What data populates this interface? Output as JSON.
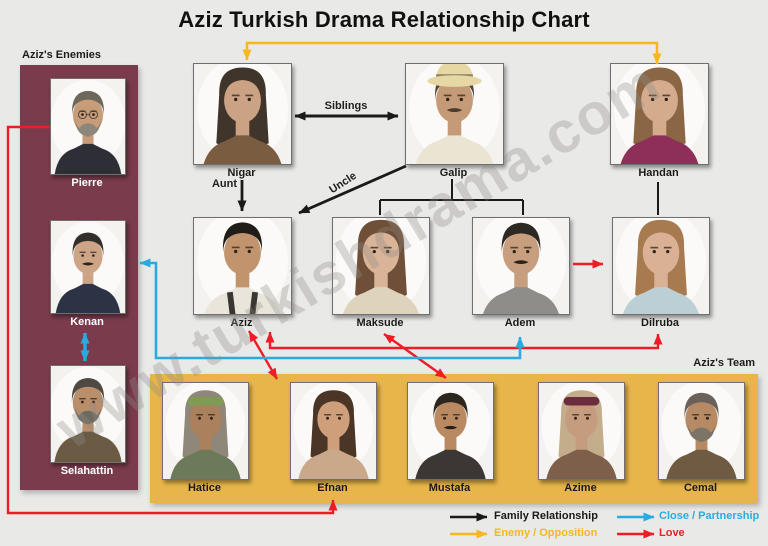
{
  "title": "Aziz Turkish Drama Relationship Chart",
  "watermark": "www.turkishdrama.com",
  "groups": {
    "enemies": {
      "label": "Aziz's Enemies",
      "color": "#7a3c4c"
    },
    "team": {
      "label": "Aziz's Team",
      "color": "#e7b54a"
    }
  },
  "relationship_labels": {
    "siblings": "Siblings",
    "aunt": "Aunt",
    "uncle": "Uncle"
  },
  "colors": {
    "background": "#e9e9e7",
    "family": "#1a1a1a",
    "enemy": "#f7b71d",
    "close": "#29abe2",
    "love": "#ee1c24"
  },
  "legend": {
    "items": [
      {
        "type": "family",
        "label": "Family Relationship",
        "color": "#1a1a1a"
      },
      {
        "type": "enemy",
        "label": "Enemy / Opposition",
        "color": "#f7b71d"
      },
      {
        "type": "close",
        "label": "Close / Partnership",
        "color": "#29abe2"
      },
      {
        "type": "love",
        "label": "Love",
        "color": "#ee1c24"
      }
    ]
  },
  "people": [
    {
      "id": "pierre",
      "name": "Pierre",
      "group": "enemies",
      "portrait": {
        "skin": "#c79c78",
        "hair": "#6e675c",
        "beard": "#8d867a",
        "top": "#2e2e36",
        "glasses": true
      }
    },
    {
      "id": "kenan",
      "name": "Kenan",
      "group": "enemies",
      "portrait": {
        "skin": "#cda486",
        "hair": "#332e29",
        "top": "#2b3344",
        "mustache": "#2c241c"
      }
    },
    {
      "id": "selahattin",
      "name": "Selahattin",
      "group": "enemies",
      "portrait": {
        "skin": "#b98e6a",
        "hair": "#4e4942",
        "beard": "#6f6a60",
        "top": "#6b5a44"
      }
    },
    {
      "id": "nigar",
      "name": "Nigar",
      "group": "family",
      "portrait": {
        "skin": "#cba284",
        "hair": "#40352a",
        "long": true,
        "top": "#7a5c40"
      }
    },
    {
      "id": "galip",
      "name": "Galip",
      "group": "family",
      "portrait": {
        "skin": "#c59a76",
        "hair": "#55483a",
        "hat": "#e6d7a4",
        "top": "#eae4d2",
        "mustache": "#4a3b2c"
      }
    },
    {
      "id": "handan",
      "name": "Handan",
      "group": "family",
      "portrait": {
        "skin": "#d4ac8d",
        "hair": "#8a6644",
        "long": true,
        "top": "#8e2f5a"
      }
    },
    {
      "id": "aziz",
      "name": "Aziz",
      "group": "family",
      "portrait": {
        "skin": "#c2946e",
        "hair": "#201c18",
        "top": "#e9e5db",
        "straps": "#3a3632"
      }
    },
    {
      "id": "maksude",
      "name": "Maksude",
      "group": "family",
      "portrait": {
        "skin": "#d9b498",
        "hair": "#6f4f37",
        "long": true,
        "top": "#ded3bd"
      }
    },
    {
      "id": "adem",
      "name": "Adem",
      "group": "family",
      "portrait": {
        "skin": "#c89f7e",
        "hair": "#2d2822",
        "top": "#8f8d8a",
        "mustache": "#2c241c"
      }
    },
    {
      "id": "dilruba",
      "name": "Dilruba",
      "group": "family",
      "portrait": {
        "skin": "#dab195",
        "hair": "#a87a50",
        "long": true,
        "top": "#bccfd4"
      }
    },
    {
      "id": "hatice",
      "name": "Hatice",
      "group": "team",
      "portrait": {
        "skin": "#aa805d",
        "hair": "#8f8779",
        "long": true,
        "band": "#7f9c53",
        "top": "#6d7a5a"
      }
    },
    {
      "id": "efnan",
      "name": "Efnan",
      "group": "team",
      "portrait": {
        "skin": "#cf9f7c",
        "hair": "#4a3527",
        "long": true,
        "top": "#c9a98a"
      }
    },
    {
      "id": "mustafa",
      "name": "Mustafa",
      "group": "team",
      "portrait": {
        "skin": "#b98a62",
        "hair": "#2d261f",
        "top": "#3c3735",
        "mustache": "#241e18"
      }
    },
    {
      "id": "azime",
      "name": "Azime",
      "group": "team",
      "portrait": {
        "skin": "#c59c7d",
        "hair": "#c4ad8a",
        "long": true,
        "band": "#6b2d3e",
        "top": "#7d5f4a"
      }
    },
    {
      "id": "cemal",
      "name": "Cemal",
      "group": "team",
      "portrait": {
        "skin": "#b68a64",
        "hair": "#6a625a",
        "beard": "#7d7468",
        "top": "#6f5b41"
      }
    }
  ],
  "relationships": [
    {
      "from": "Nigar",
      "to": "Galip",
      "type": "family",
      "label": "Siblings",
      "bidirectional": true
    },
    {
      "from": "Nigar",
      "to": "Aziz",
      "type": "family",
      "label": "Aunt"
    },
    {
      "from": "Galip",
      "to": "Aziz",
      "type": "family",
      "label": "Uncle"
    },
    {
      "from": "Galip",
      "to": "Maksude",
      "type": "family"
    },
    {
      "from": "Galip",
      "to": "Adem",
      "type": "family"
    },
    {
      "from": "Handan",
      "to": "Dilruba",
      "type": "family"
    },
    {
      "from": "Nigar",
      "to": "Handan",
      "type": "enemy",
      "bidirectional": true
    },
    {
      "from": "Adem",
      "to": "Dilruba",
      "type": "love"
    },
    {
      "from": "Aziz",
      "to": "Dilruba",
      "type": "love",
      "bidirectional": true
    },
    {
      "from": "Aziz",
      "to": "Efnan",
      "type": "love",
      "bidirectional": true
    },
    {
      "from": "Maksude",
      "to": "Mustafa",
      "type": "love",
      "bidirectional": true
    },
    {
      "from": "Pierre",
      "to": "Efnan",
      "type": "love"
    },
    {
      "from": "Kenan",
      "to": "Adem",
      "type": "close",
      "bidirectional": true
    },
    {
      "from": "Kenan",
      "to": "Selahattin",
      "type": "close",
      "bidirectional": true
    }
  ]
}
